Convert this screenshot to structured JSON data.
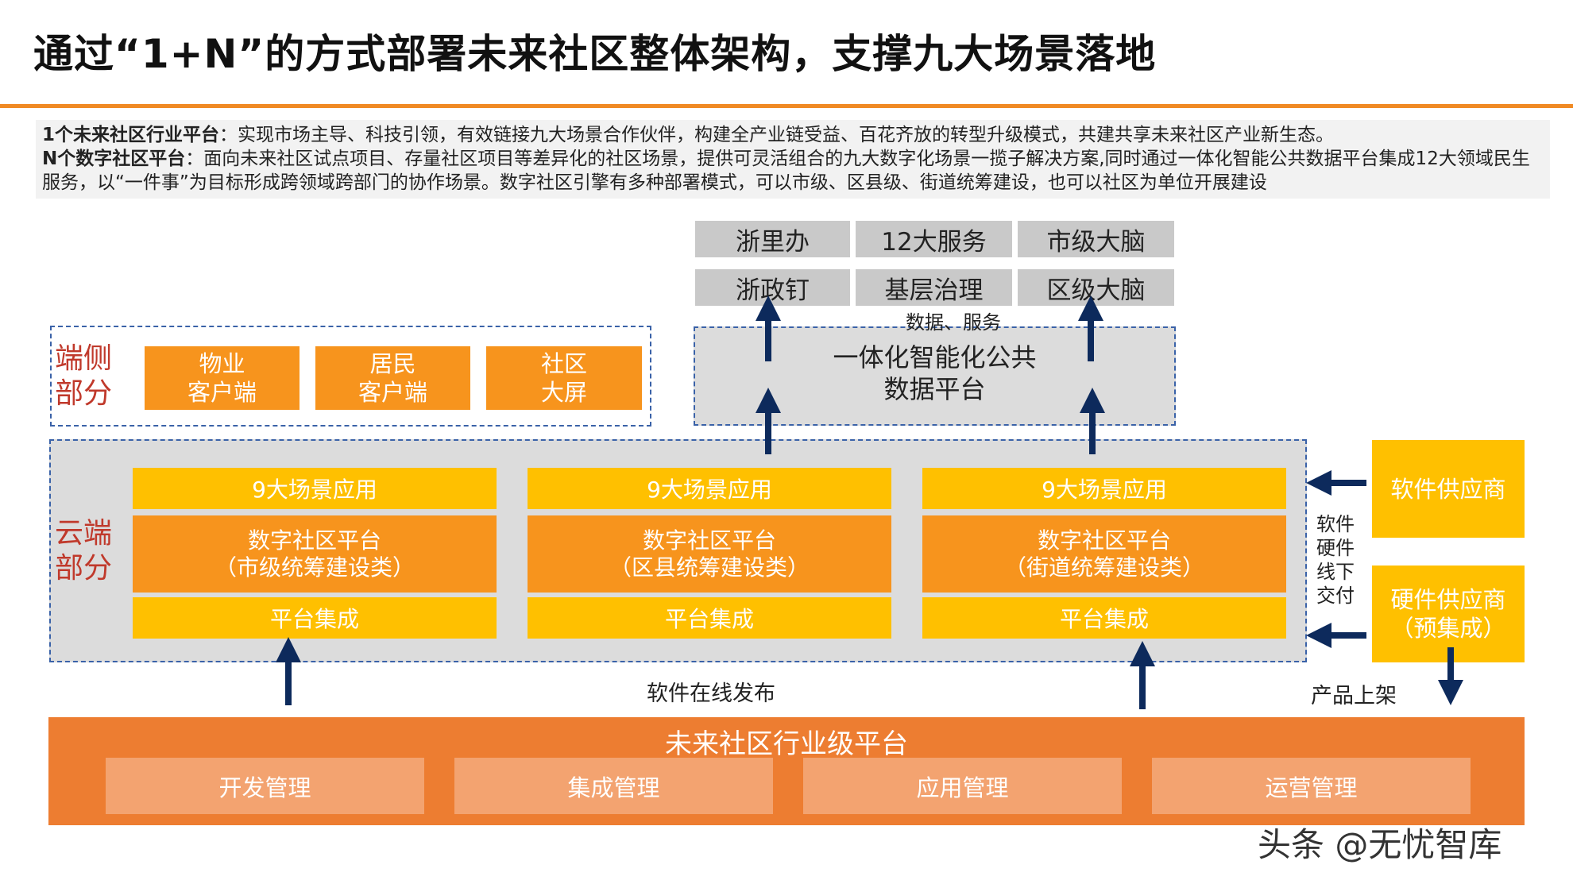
{
  "title": "通过“1+N”的方式部署未来社区整体架构，支撑九大场景落地",
  "description": {
    "line1_bold": "1个未来社区行业平台",
    "line1_text": "：实现市场主导、科技引领，有效链接九大场景合作伙伴，构建全产业链受益、百花齐放的转型升级模式，共建共享未来社区产业新生态。",
    "line2_bold": "N个数字社区平台",
    "line2_text": "：面向未来社区试点项目、存量社区项目等差异化的社区场景，提供可灵活组合的九大数字化场景一揽子解决方案,同时通过一体化智能公共数据平台集成12大领域民生服务，以“一件事”为目标形成跨领域跨部门的协作场景。数字社区引擎有多种部署模式，可以市级、区县级、街道统筹建设，也可以社区为单位开展建设"
  },
  "top_services": [
    "浙里办",
    "12大服务",
    "市级大脑",
    "浙政钉",
    "基层治理",
    "区级大脑"
  ],
  "data_service_label": "数据、服务",
  "data_platform": [
    "一体化智能化公共",
    "数据平台"
  ],
  "edge": {
    "label": [
      "端侧",
      "部分"
    ],
    "clients": [
      [
        "物业",
        "客户端"
      ],
      [
        "居民",
        "客户端"
      ],
      [
        "社区",
        "大屏"
      ]
    ]
  },
  "cloud": {
    "label": [
      "云端",
      "部分"
    ],
    "columns": [
      {
        "top": "9大场景应用",
        "mid": [
          "数字社区平台",
          "（市级统筹建设类）"
        ],
        "bottom": "平台集成"
      },
      {
        "top": "9大场景应用",
        "mid": [
          "数字社区平台",
          "（区县统筹建设类）"
        ],
        "bottom": "平台集成"
      },
      {
        "top": "9大场景应用",
        "mid": [
          "数字社区平台",
          "（街道统筹建设类）"
        ],
        "bottom": "平台集成"
      }
    ]
  },
  "suppliers": {
    "software": "软件供应商",
    "hardware": [
      "硬件供应商",
      "（预集成）"
    ],
    "delivery_label": [
      "软件",
      "硬件",
      "线下",
      "交付"
    ],
    "listing_label": "产品上架"
  },
  "release_label": "软件在线发布",
  "industry_platform": {
    "title": "未来社区行业级平台",
    "modules": [
      "开发管理",
      "集成管理",
      "应用管理",
      "运营管理"
    ]
  },
  "watermark": "头条 @无忧智库",
  "colors": {
    "accent_orange": "#f08a24",
    "box_orange": "#f7941d",
    "box_yellow": "#ffc000",
    "platform_orange": "#ed7d31",
    "module_orange": "#f3a370",
    "arrow_navy": "#0d2a5c",
    "dash_blue": "#3a62a8",
    "label_red": "#c0392b"
  }
}
